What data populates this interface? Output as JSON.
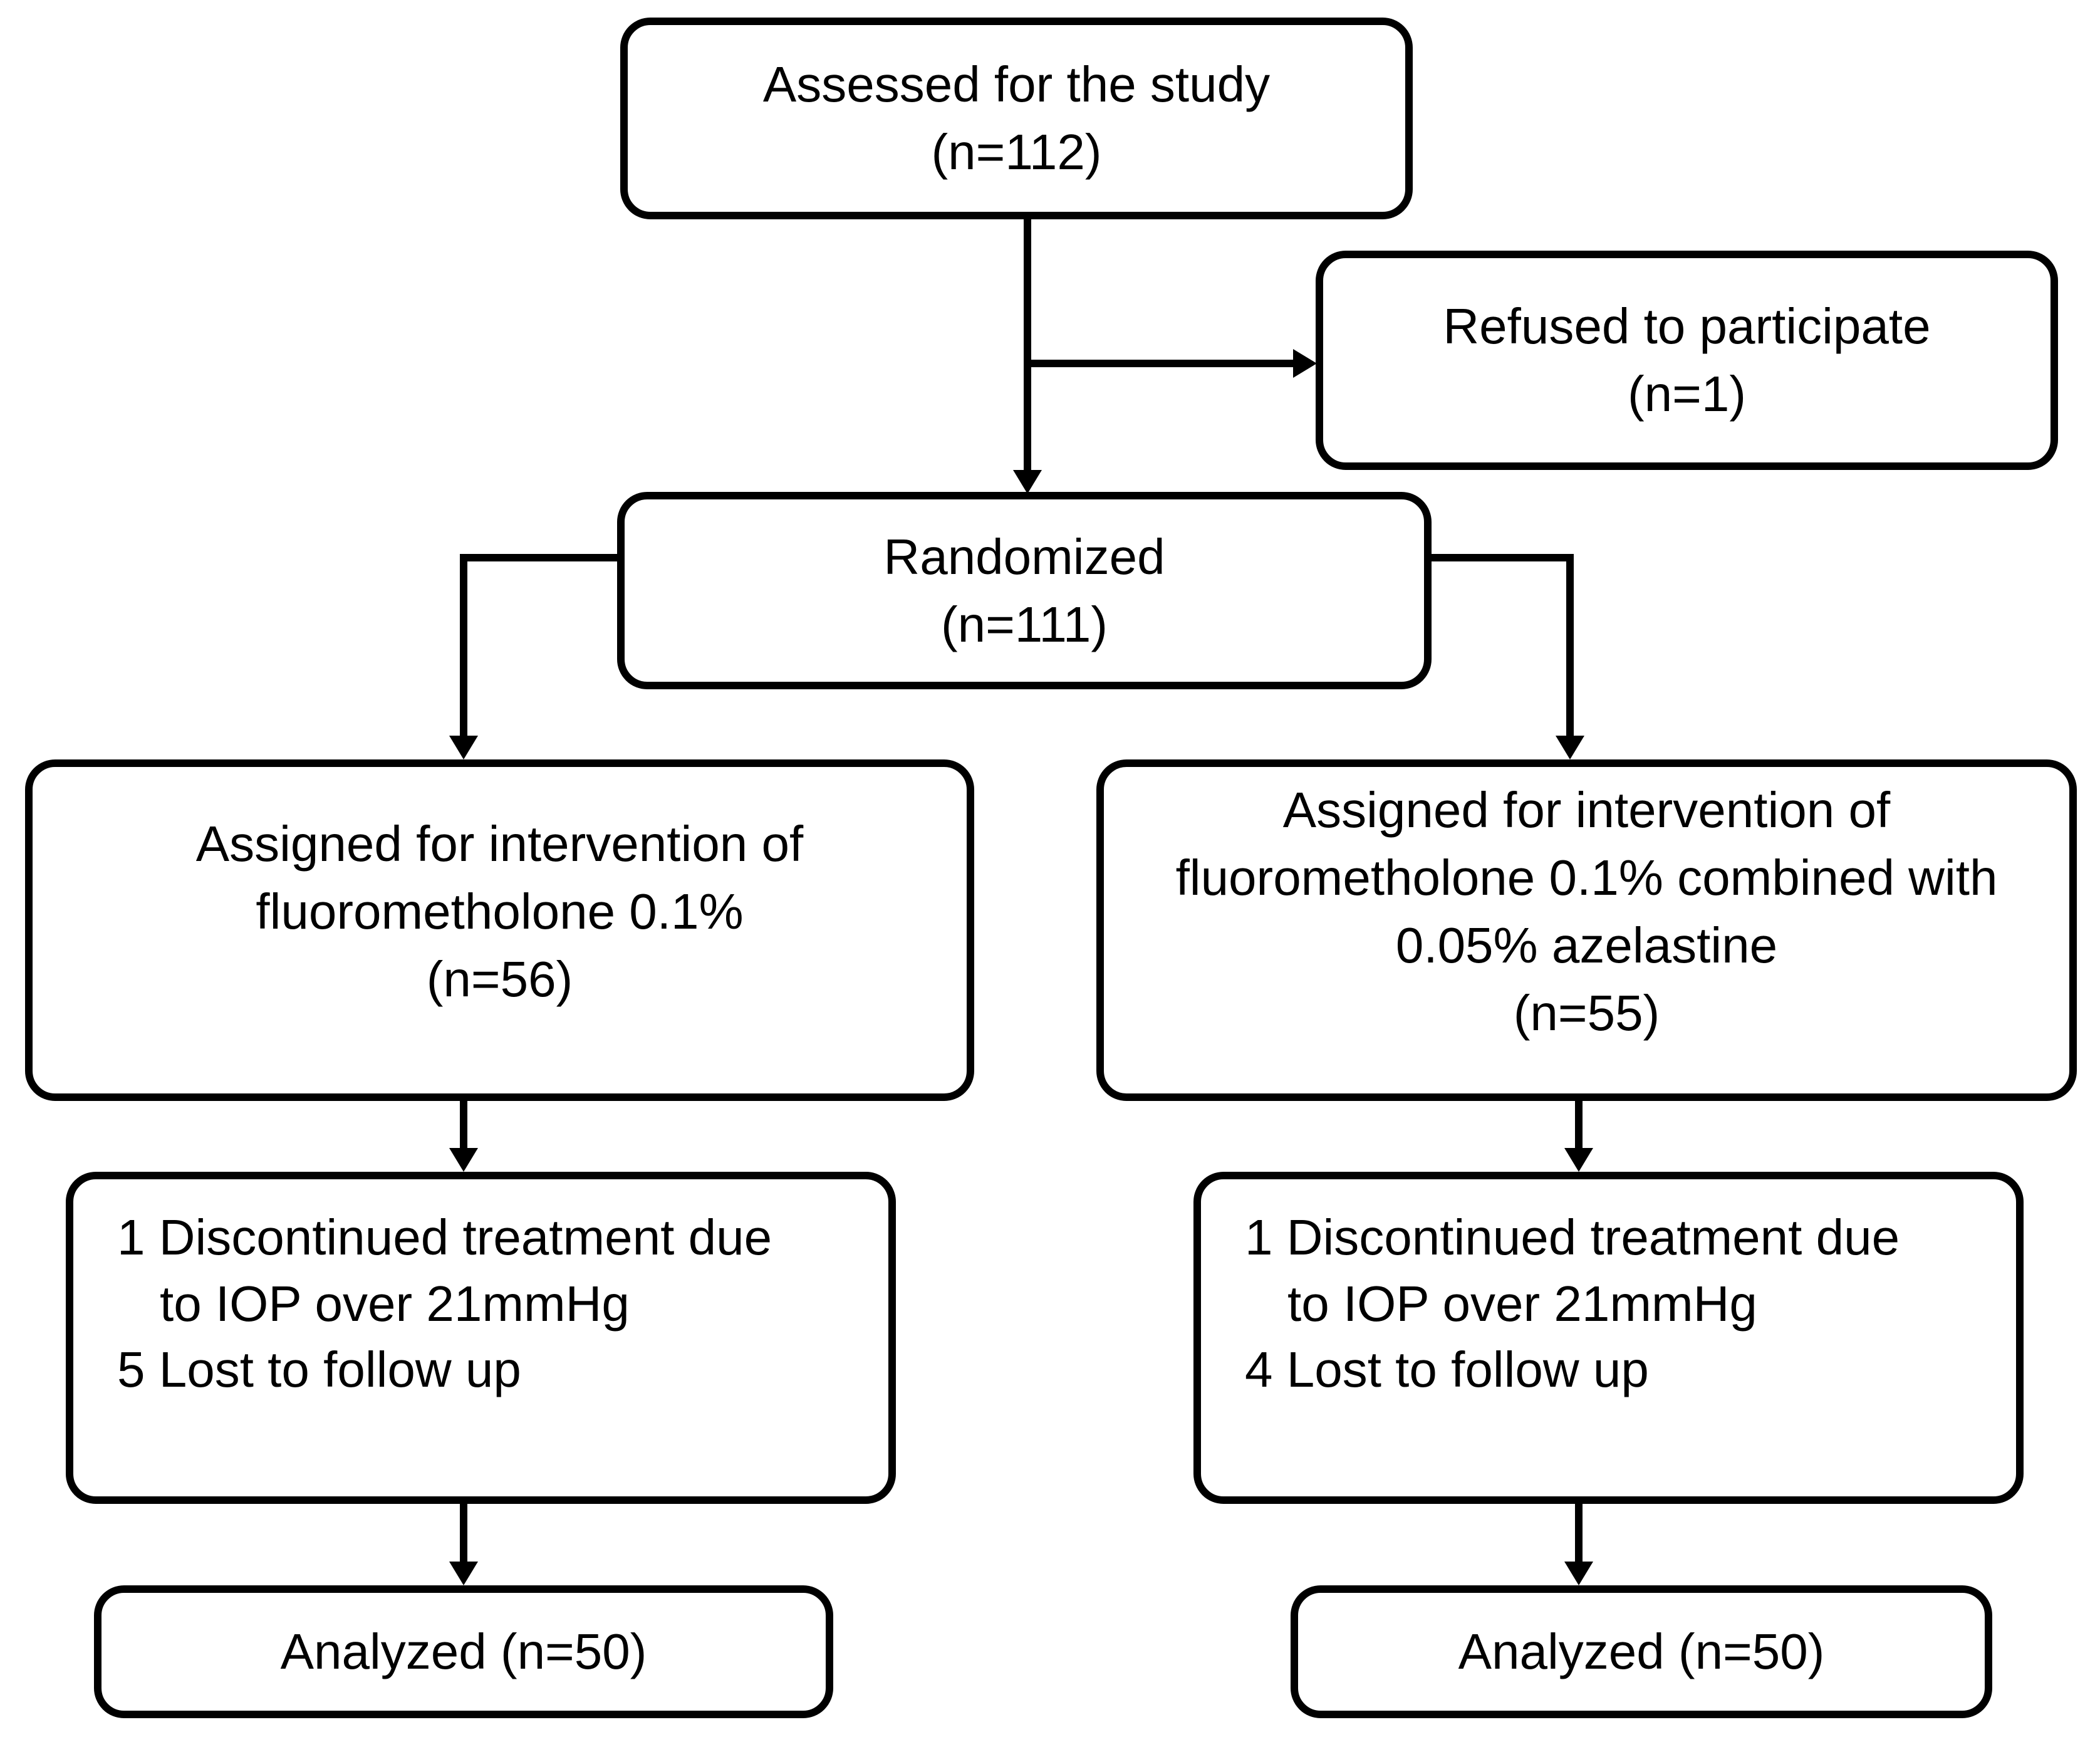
{
  "boxes": {
    "assessed": {
      "lines": [
        "Assessed for the study",
        "(n=112)"
      ]
    },
    "refused": {
      "lines": [
        "Refused to participate",
        "(n=1)"
      ]
    },
    "randomized": {
      "lines": [
        "Randomized",
        "(n=111)"
      ]
    },
    "assigned_fml": {
      "lines": [
        "Assigned for intervention of",
        "fluorometholone 0.1%",
        "(n=56)"
      ]
    },
    "assigned_fml_aze": {
      "lines": [
        "Assigned for intervention of",
        "fluorometholone 0.1% combined with",
        "0.05% azelastine",
        "(n=55)"
      ]
    },
    "dropout_fml": {
      "lines": [
        "1 Discontinued treatment due",
        "to IOP over 21mmHg",
        "5 Lost to follow up"
      ]
    },
    "dropout_fml_aze": {
      "lines": [
        "1 Discontinued treatment due",
        "to IOP over 21mmHg",
        "4 Lost to follow up"
      ]
    },
    "analyzed_fml": {
      "lines": [
        "Analyzed (n=50)"
      ]
    },
    "analyzed_fml_aze": {
      "lines": [
        "Analyzed (n=50)"
      ]
    }
  },
  "colors": {
    "stroke": "#000000",
    "box_fill": "#ffffff",
    "background": "#ffffff",
    "text": "#000000"
  }
}
